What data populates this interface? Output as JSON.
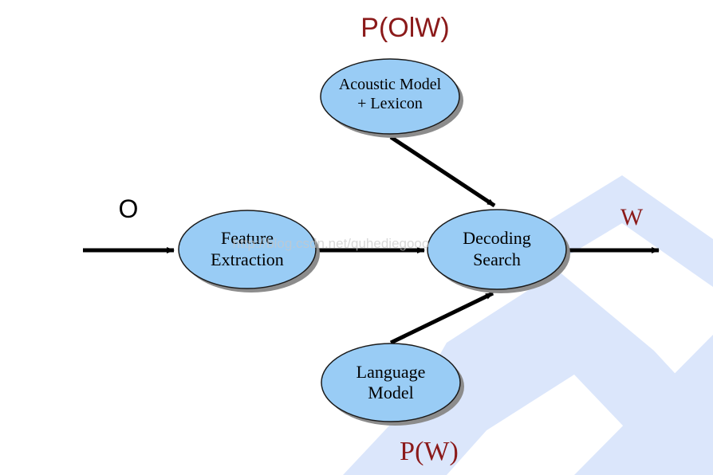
{
  "input_label": "O",
  "output_label": "W",
  "acoustic_prob": "P(OlW)",
  "language_prob": "P(W)",
  "nodes": {
    "feature": {
      "line1": "Feature",
      "line2": "Extraction"
    },
    "decoding": {
      "line1": "Decoding",
      "line2": "Search"
    },
    "acoustic": {
      "line1": "Acoustic Model",
      "line2": "+ Lexicon"
    },
    "language": {
      "line1": "Language",
      "line2": "Model"
    }
  },
  "watermark_text": "http://blog.csdn.net/quhediegooo",
  "colors": {
    "node_fill": "#99ccf5",
    "node_stroke": "#1a1a1a",
    "shadow": "#8c8c8c",
    "prob_text": "#8b1a1a",
    "arrow": "#000000",
    "watermark_shape": "#dbe6fb"
  }
}
